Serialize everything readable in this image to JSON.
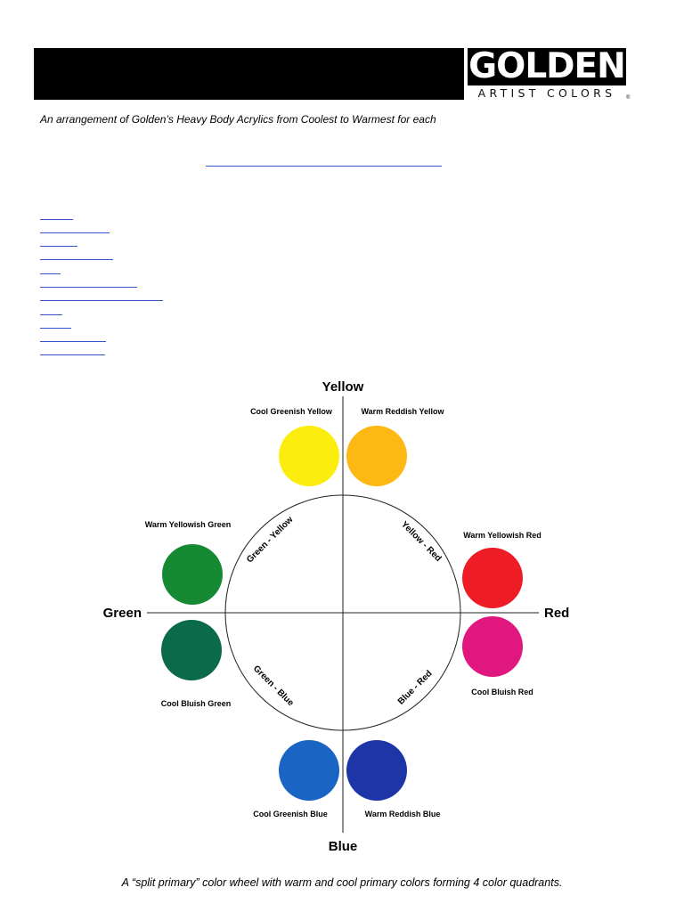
{
  "header": {
    "logo_main": "GOLDEN",
    "logo_sub": "ARTIST COLORS",
    "logo_mark": "®"
  },
  "intro_text": "An arrangement of Golden’s Heavy Body Acrylics from Coolest to Warmest for each",
  "wheel": {
    "axis_labels": {
      "top": "Yellow",
      "bottom": "Blue",
      "left": "Green",
      "right": "Red"
    },
    "arc_labels": {
      "top_left": "Green - Yellow",
      "top_right": "Yellow - Red",
      "bottom_left": "Green - Blue",
      "bottom_right": "Blue - Red"
    },
    "swatches": [
      {
        "label": "Cool Greenish Yellow",
        "color": "#fbee0f"
      },
      {
        "label": "Warm Reddish Yellow",
        "color": "#fdb813"
      },
      {
        "label": "Warm Yellowish Red",
        "color": "#ee1c25"
      },
      {
        "label": "Cool Bluish Red",
        "color": "#e0177f"
      },
      {
        "label": "Warm Reddish Blue",
        "color": "#1e35a8"
      },
      {
        "label": "Cool Greenish Blue",
        "color": "#1a64c4"
      },
      {
        "label": "Cool Bluish Green",
        "color": "#0b6a4a"
      },
      {
        "label": "Warm Yellowish Green",
        "color": "#168a32"
      }
    ]
  },
  "caption": "A “split primary” color wheel with warm and cool primary colors forming 4 color quadrants.",
  "colors": {
    "link": "#3355cc",
    "header_bar": "#000000"
  }
}
